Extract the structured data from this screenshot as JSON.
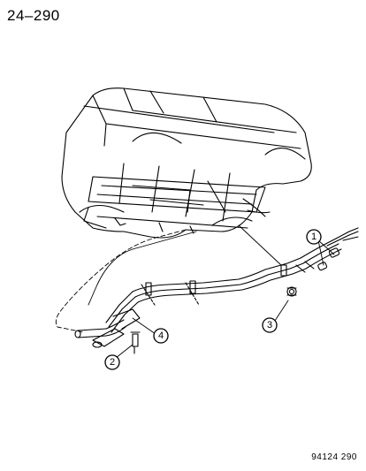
{
  "page": {
    "title": "24–290",
    "figure_code": "94124 290"
  },
  "callouts": [
    {
      "id": "1",
      "label": "1"
    },
    {
      "id": "2",
      "label": "2"
    },
    {
      "id": "3",
      "label": "3"
    },
    {
      "id": "4",
      "label": "4"
    }
  ],
  "colors": {
    "line": "#000000",
    "background": "#ffffff"
  }
}
